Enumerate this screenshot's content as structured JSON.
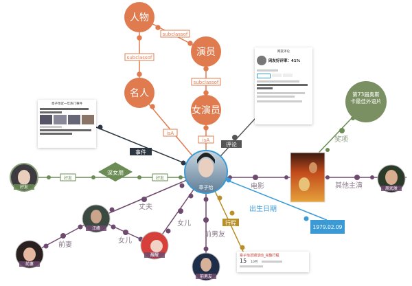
{
  "center": {
    "name": "章子怡"
  },
  "classes": {
    "person": "人物",
    "actor": "演员",
    "celebrity": "名人",
    "actress": "女演员"
  },
  "edge_labels": {
    "subclass1": "subclassof",
    "subclass2": "subclassof",
    "subclass3": "subclassof",
    "isa1": "isA",
    "isa2": "isA",
    "event": "事件",
    "comment": "评论",
    "friend": "好友",
    "group": "好友",
    "movie": "电影",
    "award": "奖项",
    "costar": "其他主演",
    "birth": "出生日期",
    "schedule": "行程",
    "ex_boyfriend": "前男友",
    "daughter": "女儿",
    "husband": "丈夫",
    "daughter2": "女儿",
    "ex_wife": "前妻"
  },
  "nodes": {
    "group": "深女朋",
    "award": "第73届奥斯卡最佳外语片",
    "birth_date": "1979.02.09",
    "friend": "好友",
    "husband": "汪峰",
    "ex_wife": "前妻",
    "daughter": "醒醒",
    "ex_boyfriend": "前男友",
    "costar": "周润发"
  },
  "cards": {
    "event_title": "章子怡近一年热门事件",
    "comment_title": "网友评论",
    "comment_score": "网友好评率：41%",
    "schedule_title": "章子怡近期活动_完整行程",
    "schedule_day": "15",
    "schedule_month": "10月"
  },
  "colors": {
    "class": "#e07b4f",
    "event": "#2b3640",
    "comment": "#555555",
    "friend": "#6b8c55",
    "relation": "#6e4a6e",
    "birth": "#3a9ad6",
    "schedule": "#b8902a"
  }
}
